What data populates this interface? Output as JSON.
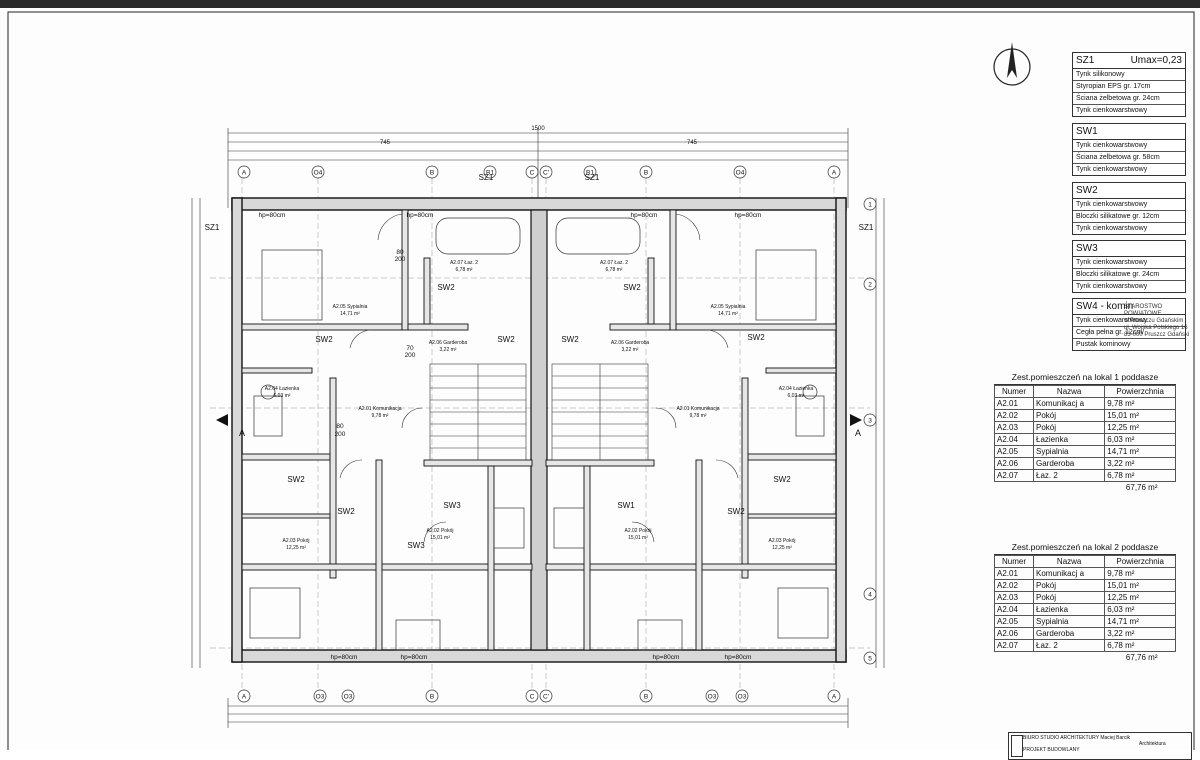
{
  "legend": [
    {
      "id": "SZ1",
      "extra": "Umax=0,23",
      "layers": [
        "Tynk silikonowy",
        "Styropian EPS gr. 17cm",
        "Ściana żelbetowa gr. 24cm",
        "Tynk cienkowarstwowy"
      ]
    },
    {
      "id": "SW1",
      "extra": "",
      "layers": [
        "Tynk cienkowarstwowy",
        "Ściana żelbetowa gr. 58cm",
        "Tynk cienkowarstwowy"
      ]
    },
    {
      "id": "SW2",
      "extra": "",
      "layers": [
        "Tynk cienkowarstwowy",
        "Bloczki silikatowe gr. 12cm",
        "Tynk cienkowarstwowy"
      ]
    },
    {
      "id": "SW3",
      "extra": "",
      "layers": [
        "Tynk cienkowarstwowy",
        "Bloczki silikatowe gr. 24cm",
        "Tynk cienkowarstwowy"
      ]
    },
    {
      "id": "SW4 - komin",
      "extra": "",
      "layers": [
        "Tynk cienkowarstwowy",
        "Cegła pełna gr. 12cm/",
        "Pustak kominowy"
      ]
    }
  ],
  "tables": [
    {
      "title": "Zest.pomieszczeń na lokal 1 poddasze",
      "headers": [
        "Numer",
        "Nazwa",
        "Powierzchnia"
      ],
      "rows": [
        [
          "A2.01",
          "Komunikacj a",
          "9,78 m²"
        ],
        [
          "A2.02",
          "Pokój",
          "15,01 m²"
        ],
        [
          "A2.03",
          "Pokój",
          "12,25 m²"
        ],
        [
          "A2.04",
          "Łazienka",
          "6,03 m²"
        ],
        [
          "A2.05",
          "Sypialnia",
          "14,71 m²"
        ],
        [
          "A2.06",
          "Garderoba",
          "3,22 m²"
        ],
        [
          "A2.07",
          "Łaz. 2",
          "6,78 m²"
        ]
      ],
      "total": "67,76 m²"
    },
    {
      "title": "Zest.pomieszczeń na lokal 2 poddasze",
      "headers": [
        "Numer",
        "Nazwa",
        "Powierzchnia"
      ],
      "rows": [
        [
          "A2.01",
          "Komunikacj a",
          "9,78 m²"
        ],
        [
          "A2.02",
          "Pokój",
          "15,01 m²"
        ],
        [
          "A2.03",
          "Pokój",
          "12,25 m²"
        ],
        [
          "A2.04",
          "Łazienka",
          "6,03 m²"
        ],
        [
          "A2.05",
          "Sypialnia",
          "14,71 m²"
        ],
        [
          "A2.06",
          "Garderoba",
          "3,22 m²"
        ],
        [
          "A2.07",
          "Łaz. 2",
          "6,78 m²"
        ]
      ],
      "total": "67,76 m²"
    }
  ],
  "stamp": {
    "line1": "STAROSTWO POWIATOWE",
    "line2": "w Pruszczu Gdańskim",
    "line3": "ul. Wojska Polskiego 16",
    "line4": "83-000 Pruszcz Gdański"
  },
  "title_block": {
    "office": "BIURO STUDIO ARCHITEKTURY Maciej Barcik",
    "project": "PROJEKT BUDOWLANY",
    "branch": "Architektura"
  },
  "plan": {
    "axes_top": [
      "A",
      "O4",
      "B",
      "B1",
      "C",
      "C'",
      "B",
      "B1",
      "O4",
      "A"
    ],
    "axes_bottom": [
      "A",
      "O3",
      "O3",
      "B",
      "C",
      "C'",
      "B",
      "O3",
      "O3",
      "A"
    ],
    "axes_side": [
      "1",
      "2",
      "3",
      "4",
      "5"
    ],
    "wall_tags": [
      "SZ1",
      "SZ1",
      "SZ1",
      "SZ1",
      "SW2",
      "SW2",
      "SW2",
      "SW2",
      "SW2",
      "SW2",
      "SW2",
      "SW2",
      "SW2",
      "SW2",
      "SW3",
      "SW3",
      "SW1"
    ],
    "windows": [
      "hp=80cm",
      "hp=80cm",
      "hp=80cm",
      "hp=80cm",
      "hp=80cm",
      "hp=80cm",
      "hp=80cm",
      "hp=80cm"
    ],
    "doors": [
      "80",
      "200",
      "70",
      "200",
      "80",
      "200"
    ],
    "section": [
      "A",
      "A"
    ],
    "overall_dim": "1500",
    "top_dims": [
      "745",
      "745"
    ],
    "rooms": [
      {
        "no": "A2.05",
        "name": "Sypialnia",
        "area": "14,71 m²"
      },
      {
        "no": "A2.07",
        "name": "Łaz. 2",
        "area": "6,78 m²"
      },
      {
        "no": "A2.06",
        "name": "Garderoba",
        "area": "3,22 m²"
      },
      {
        "no": "A2.01",
        "name": "Komunikacja",
        "area": "9,78 m²"
      },
      {
        "no": "A2.04",
        "name": "Łazienka",
        "area": "6,03 m²"
      },
      {
        "no": "A2.03",
        "name": "Pokój",
        "area": "12,25 m²"
      },
      {
        "no": "A2.02",
        "name": "Pokój",
        "area": "15,01 m²"
      }
    ]
  }
}
